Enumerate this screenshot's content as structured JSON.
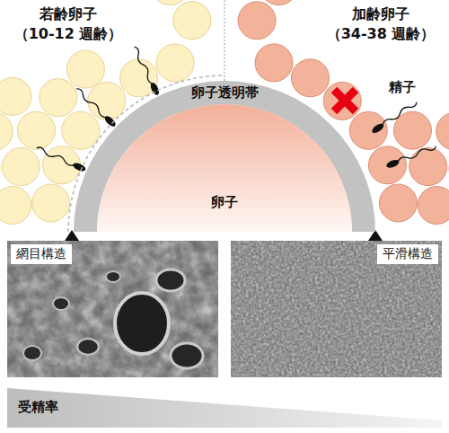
{
  "diagram": {
    "nodes": [
      {
        "text": [
          "卵子透明帯"
        ]
      },
      {
        "text": [
          "卵子"
        ],
        "in": 0
      },
      {
        "text": [
          "網目構造"
        ]
      },
      {
        "text": [
          "平滑構造"
        ]
      },
      {
        "text": [
          "受精率"
        ]
      }
    ],
    "labels": [
      "若齢卵子",
      "（10-12 週齢）",
      "加齢卵子",
      "（34-38 週齢）",
      "精子"
    ]
  }
}
